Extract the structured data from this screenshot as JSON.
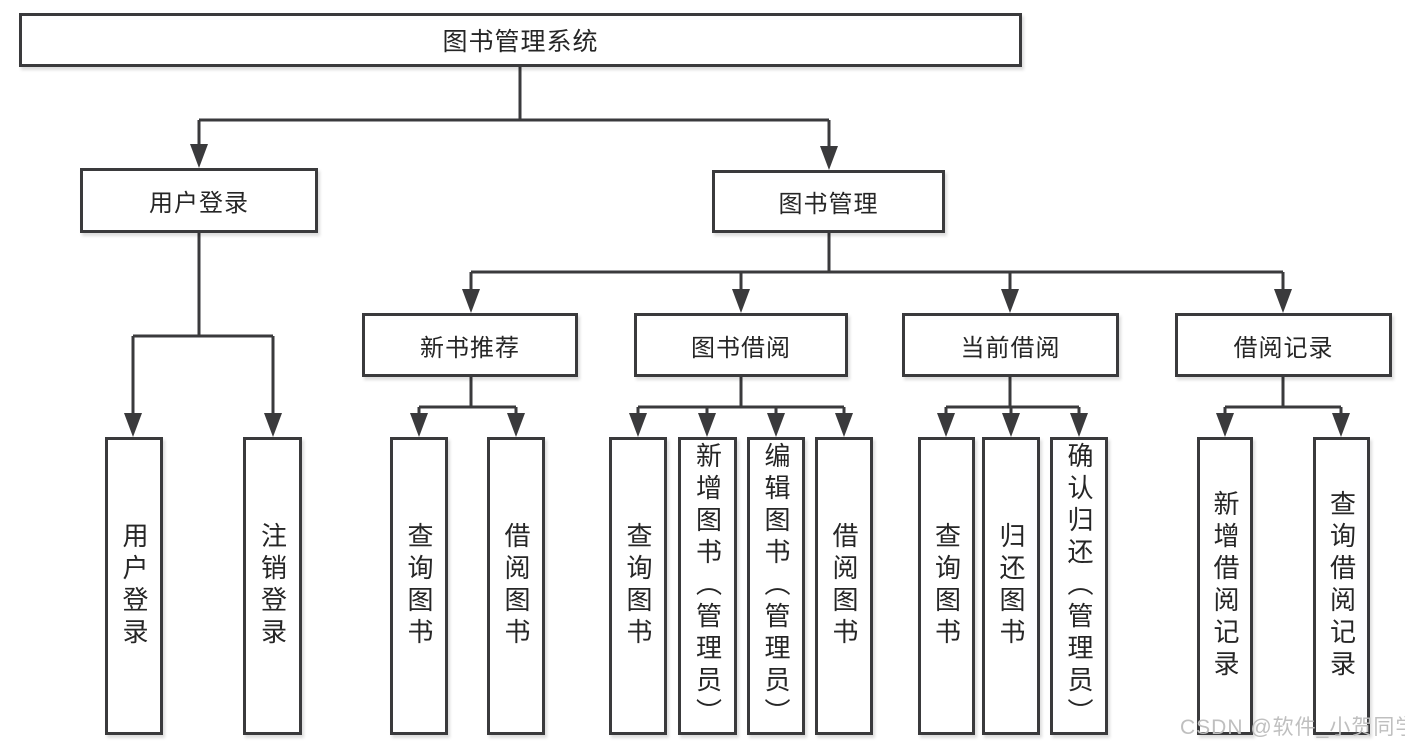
{
  "diagram_title": "图书管理系统",
  "nodes": {
    "root": {
      "label": "图书管理系统"
    },
    "user_login": {
      "label": "用户登录"
    },
    "book_management": {
      "label": "图书管理"
    },
    "new_book_rec": {
      "label": "新书推荐"
    },
    "book_borrow": {
      "label": "图书借阅"
    },
    "current_borrow": {
      "label": "当前借阅"
    },
    "borrow_records": {
      "label": "借阅记录"
    },
    "leaves": [
      "用户登录",
      "注销登录",
      "查询图书",
      "借阅图书",
      "查询图书",
      "新增图书（管理员）",
      "编辑图书（管理员）",
      "借阅图书",
      "查询图书",
      "归还图书",
      "确认归还（管理员）",
      "新增借阅记录",
      "查询借阅记录"
    ]
  },
  "hierarchy": {
    "root_children": [
      "用户登录",
      "图书管理"
    ],
    "user_login_children": [
      "用户登录",
      "注销登录"
    ],
    "book_management_children": [
      "新书推荐",
      "图书借阅",
      "当前借阅",
      "借阅记录"
    ],
    "new_book_rec_children": [
      "查询图书",
      "借阅图书"
    ],
    "book_borrow_children": [
      "查询图书",
      "新增图书（管理员）",
      "编辑图书（管理员）",
      "借阅图书"
    ],
    "current_borrow_children": [
      "查询图书",
      "归还图书",
      "确认归还（管理员）"
    ],
    "borrow_records_children": [
      "新增借阅记录",
      "查询借阅记录"
    ]
  },
  "watermark": {
    "text": "CSDN @软件_小贺同学"
  },
  "colors": {
    "line": "#3a3a3c",
    "box_border": "#3a3a3c",
    "text": "#262626",
    "watermark": "#bfbfbf",
    "background": "#ffffff"
  }
}
